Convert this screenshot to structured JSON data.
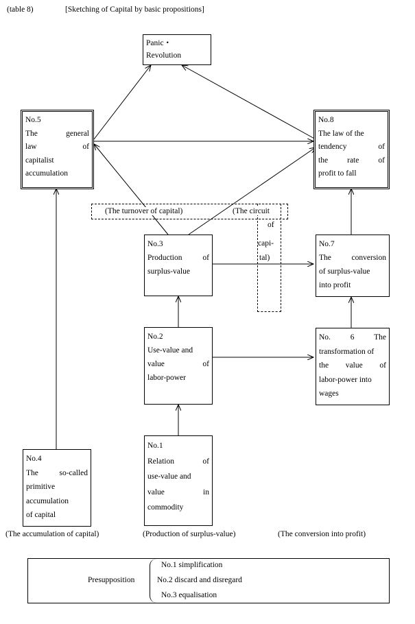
{
  "header": {
    "table_no": "(table 8)",
    "title": "[Sketching of Capital by basic propositions]"
  },
  "boxes": {
    "panic": {
      "lines": [
        "Panic・",
        "Revolution"
      ]
    },
    "no5": {
      "lines": [
        "No.5",
        "The general",
        "law of",
        "capitalist",
        "accumulation"
      ]
    },
    "no8": {
      "lines": [
        "No.8",
        "The law of the",
        "tendency of",
        "the rate of",
        "profit to fall"
      ]
    },
    "no3": {
      "lines": [
        "No.3",
        "Production of",
        "surplus-value"
      ]
    },
    "no7": {
      "lines": [
        "No.7",
        "The conversion",
        "of surplus-value",
        "into profit"
      ]
    },
    "no2": {
      "lines": [
        "No.2",
        "Use-value and",
        "value of",
        "labor-power"
      ]
    },
    "no6": {
      "lines": [
        "No. 6  The",
        "transformation of",
        "the value of",
        "labor-power into",
        "wages"
      ]
    },
    "no1": {
      "lines": [
        "No.1",
        "Relation of",
        "use-value and",
        "value in",
        "commodity"
      ]
    },
    "no4": {
      "lines": [
        "No.4",
        "The so-called",
        "primitive",
        "accumulation",
        "of capital"
      ]
    }
  },
  "dashed_labels": {
    "turnover": "(The turnover of capital)",
    "circuit_1": "(The circuit",
    "circuit_2": "of",
    "circuit_3": "capi-",
    "circuit_4": "tal)"
  },
  "bottom_labels": {
    "accumulation": "(The accumulation of capital)",
    "production": "(Production of surplus-value)",
    "conversion": "(The conversion into profit)"
  },
  "presupposition": {
    "label": "Presupposition",
    "items": [
      "No.1  simplification",
      "No.2  discard and disregard",
      "No.3  equalisation"
    ]
  }
}
